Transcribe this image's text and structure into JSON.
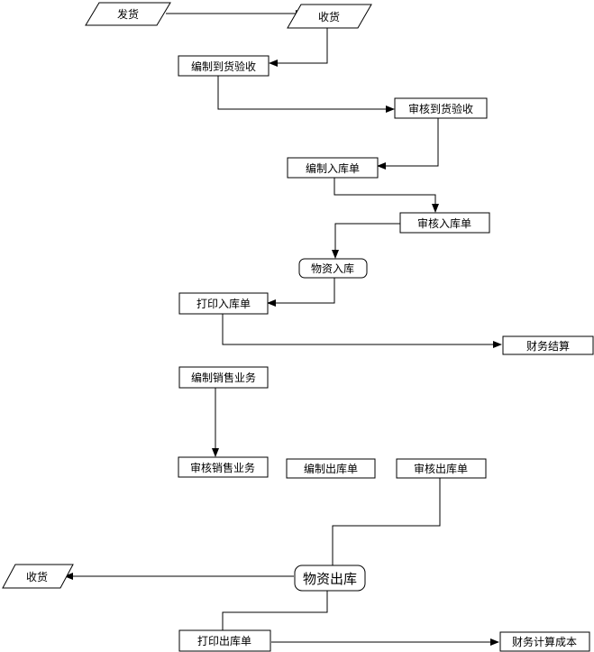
{
  "nodes": {
    "ship": {
      "label": "发货",
      "shape": "parallelogram"
    },
    "receive_top": {
      "label": "收货",
      "shape": "parallelogram"
    },
    "compile_arr": {
      "label": "编制到货验收",
      "shape": "rect"
    },
    "review_arr": {
      "label": "审核到货验收",
      "shape": "rect"
    },
    "compile_in": {
      "label": "编制入库单",
      "shape": "rect"
    },
    "review_in": {
      "label": "审核入库单",
      "shape": "rect"
    },
    "goods_in": {
      "label": "物资入库",
      "shape": "rounded"
    },
    "print_in": {
      "label": "打印入库单",
      "shape": "rect"
    },
    "settle": {
      "label": "财务结算",
      "shape": "rect"
    },
    "compile_sales": {
      "label": "编制销售业务",
      "shape": "rect"
    },
    "review_sales": {
      "label": "审核销售业务",
      "shape": "rect"
    },
    "compile_out": {
      "label": "编制出库单",
      "shape": "rect"
    },
    "review_out": {
      "label": "审核出库单",
      "shape": "rect"
    },
    "goods_out": {
      "label": "物资出库",
      "shape": "rounded"
    },
    "receive_bot": {
      "label": "收货",
      "shape": "parallelogram"
    },
    "print_out": {
      "label": "打印出库单",
      "shape": "rect"
    },
    "cost": {
      "label": "财务计算成本",
      "shape": "rect"
    }
  },
  "edges": [
    {
      "from": "ship",
      "to": "receive_top",
      "arrow": true
    },
    {
      "from": "receive_top",
      "to": "compile_arr",
      "arrow": true
    },
    {
      "from": "compile_arr",
      "to": "review_arr",
      "arrow": true
    },
    {
      "from": "review_arr",
      "to": "compile_in",
      "arrow": true
    },
    {
      "from": "compile_in",
      "to": "review_in",
      "arrow": true
    },
    {
      "from": "review_in",
      "to": "goods_in",
      "arrow": true
    },
    {
      "from": "goods_in",
      "to": "print_in",
      "arrow": true
    },
    {
      "from": "print_in",
      "to": "settle",
      "arrow": true
    },
    {
      "from": "compile_sales",
      "to": "review_sales",
      "arrow": true
    },
    {
      "from": "review_out",
      "to": "goods_out",
      "arrow": false
    },
    {
      "from": "goods_out",
      "to": "receive_bot",
      "arrow": true
    },
    {
      "from": "goods_out",
      "to": "print_out",
      "arrow": false
    },
    {
      "from": "print_out",
      "to": "cost",
      "arrow": true
    }
  ],
  "style": {
    "stroke": "#000000",
    "fill": "#ffffff"
  }
}
